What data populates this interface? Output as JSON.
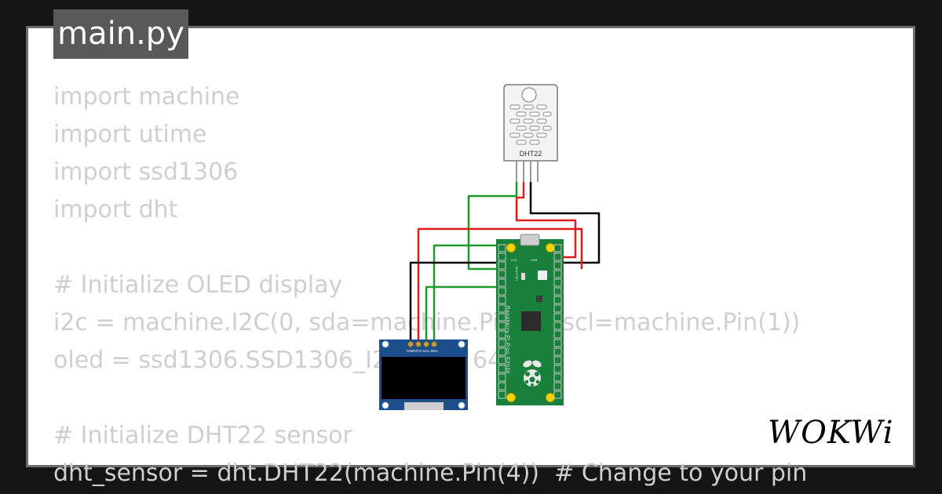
{
  "editor": {
    "filename": "main.py",
    "code_lines": [
      "import machine",
      "import utime",
      "import ssd1306",
      "import dht",
      "",
      "# Initialize OLED display",
      "i2c = machine.I2C(0, sda=machine.Pin(0), scl=machine.Pin(1))",
      "oled = ssd1306.SSD1306_I2C(128, 64, i2c)",
      "",
      "# Initialize DHT22 sensor",
      "dht_sensor = dht.DHT22(machine.Pin(4))  # Change to your pin"
    ]
  },
  "diagram": {
    "sensor_label": "DHT22",
    "oled_pins": [
      "GND",
      "VCC",
      "SCL",
      "SDA"
    ],
    "board_text": "Raspberry Pi Pico ©2020",
    "board_small_labels": [
      "LED",
      "USB",
      "BOOTSEL"
    ]
  },
  "brand": {
    "logo_text": "WOKWi"
  },
  "colors": {
    "background": "#151515",
    "panel": "#ffffff",
    "tab": "#595959",
    "code_text": "#cfcfcf",
    "board_green": "#18803a",
    "oled_blue": "#1c4e8c",
    "wire_red": "#e01b1b",
    "wire_green": "#1c9a2c",
    "wire_black": "#000000"
  }
}
